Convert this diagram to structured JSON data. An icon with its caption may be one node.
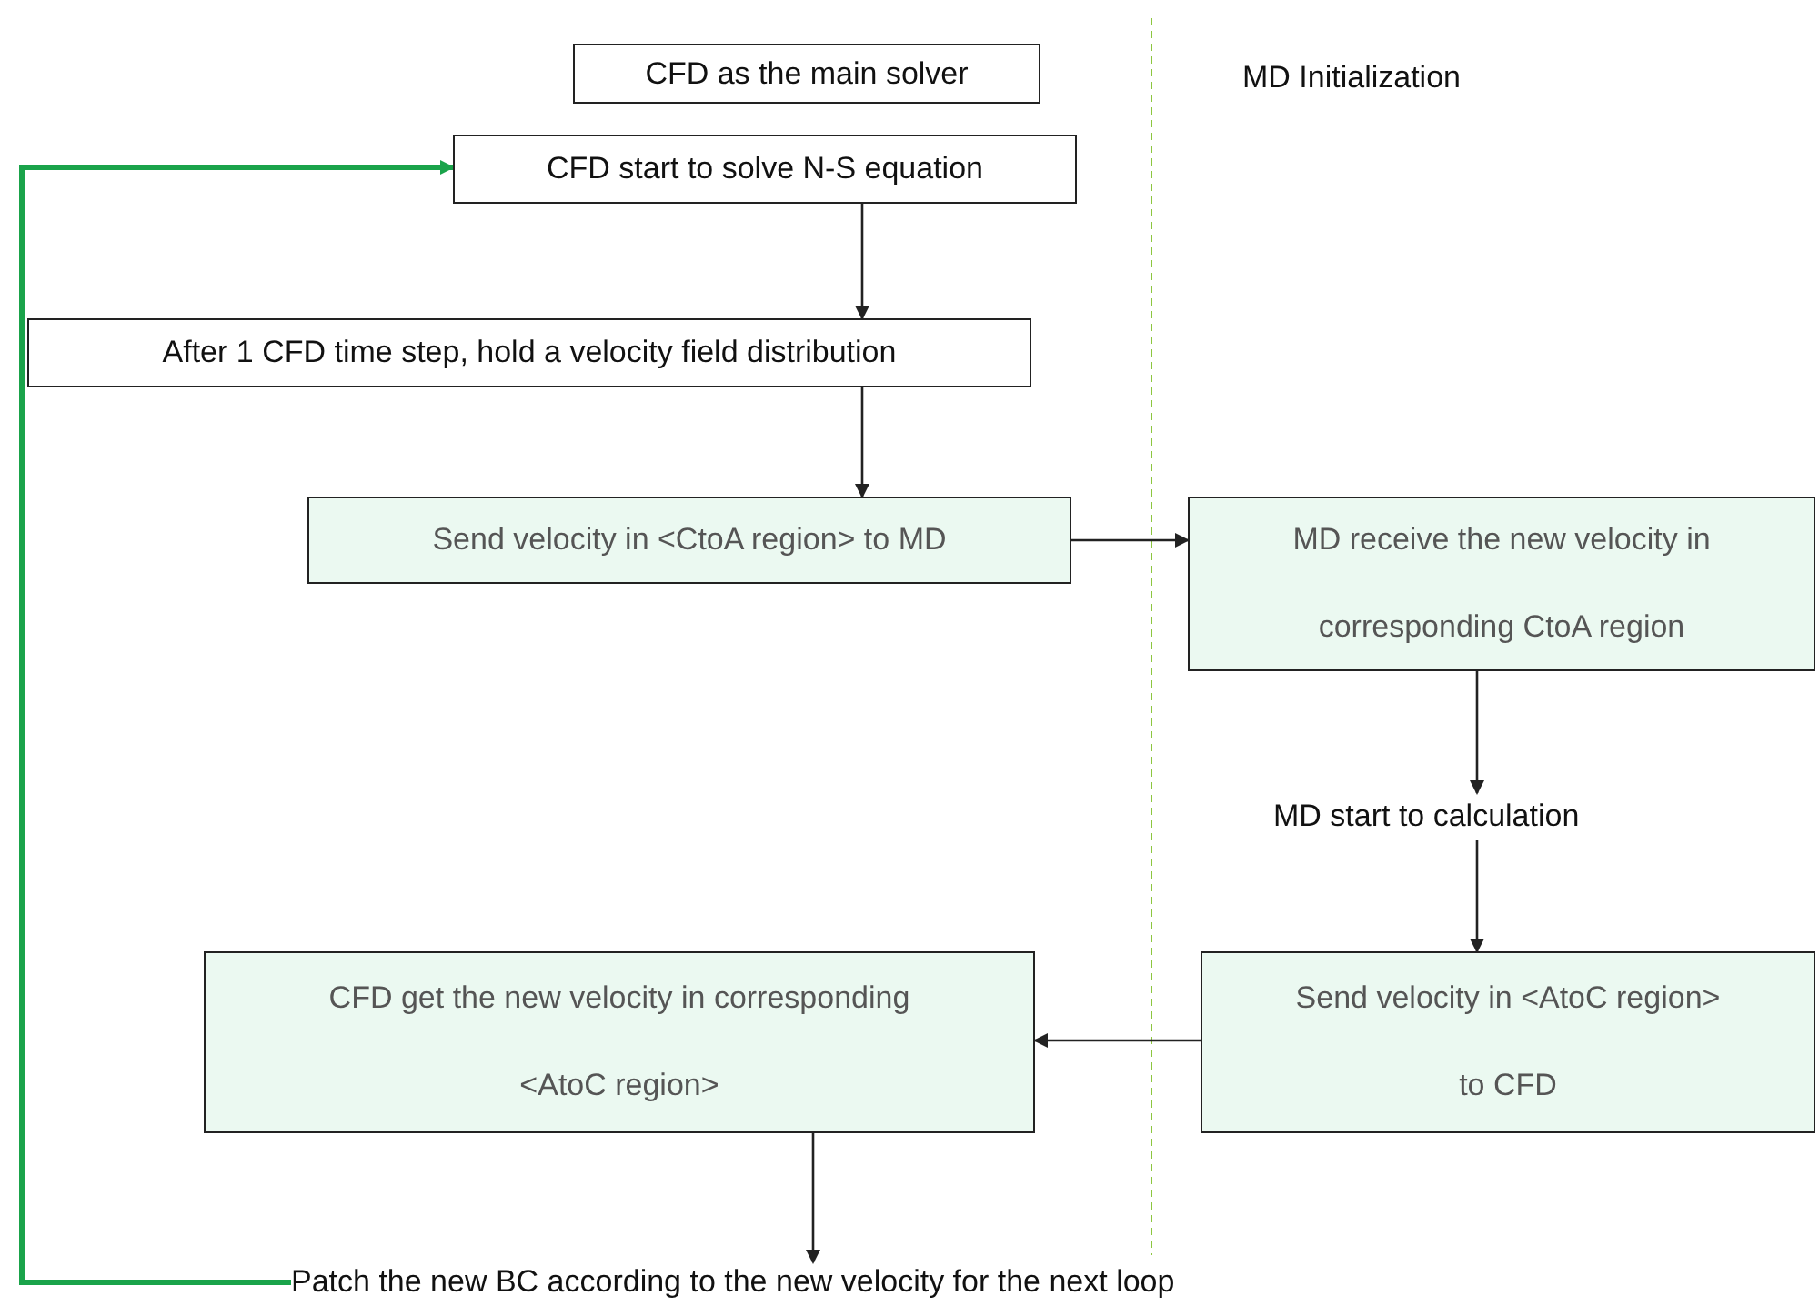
{
  "diagram": {
    "nodes": [
      {
        "text": [
          "CFD as the main solver"
        ]
      },
      {
        "text": [
          "MD Initialization"
        ]
      },
      {
        "text": [
          "CFD start to solve N-S equation"
        ]
      },
      {
        "text": [
          "After 1 CFD time step, hold a velocity field distribution"
        ]
      },
      {
        "text": [
          "Send velocity in <CtoA region> to MD"
        ]
      },
      {
        "text": [
          "MD receive the new velocity in corresponding CtoA region"
        ]
      },
      {
        "text": [
          "MD start to calculation"
        ]
      },
      {
        "text": [
          "Send velocity in <AtoC region> to CFD"
        ]
      },
      {
        "text": [
          "CFD get the new velocity in corresponding <AtoC region>"
        ]
      },
      {
        "text": [
          "Patch the new BC according to the new velocity for the next loop"
        ]
      }
    ],
    "edges": [
      {
        "from": 2,
        "to": 3,
        "arrow": "to"
      },
      {
        "from": 3,
        "to": 4,
        "arrow": "to"
      },
      {
        "from": 4,
        "to": 5,
        "arrow": "to"
      },
      {
        "from": 5,
        "to": 6,
        "arrow": "to"
      },
      {
        "from": 6,
        "to": 7,
        "arrow": "to"
      },
      {
        "from": 7,
        "to": 8,
        "arrow": "to"
      },
      {
        "from": 8,
        "to": 9,
        "arrow": "to"
      },
      {
        "from": 9,
        "to": 2,
        "arrow": "to",
        "style": "thick",
        "color": "#1aa34a"
      }
    ]
  }
}
